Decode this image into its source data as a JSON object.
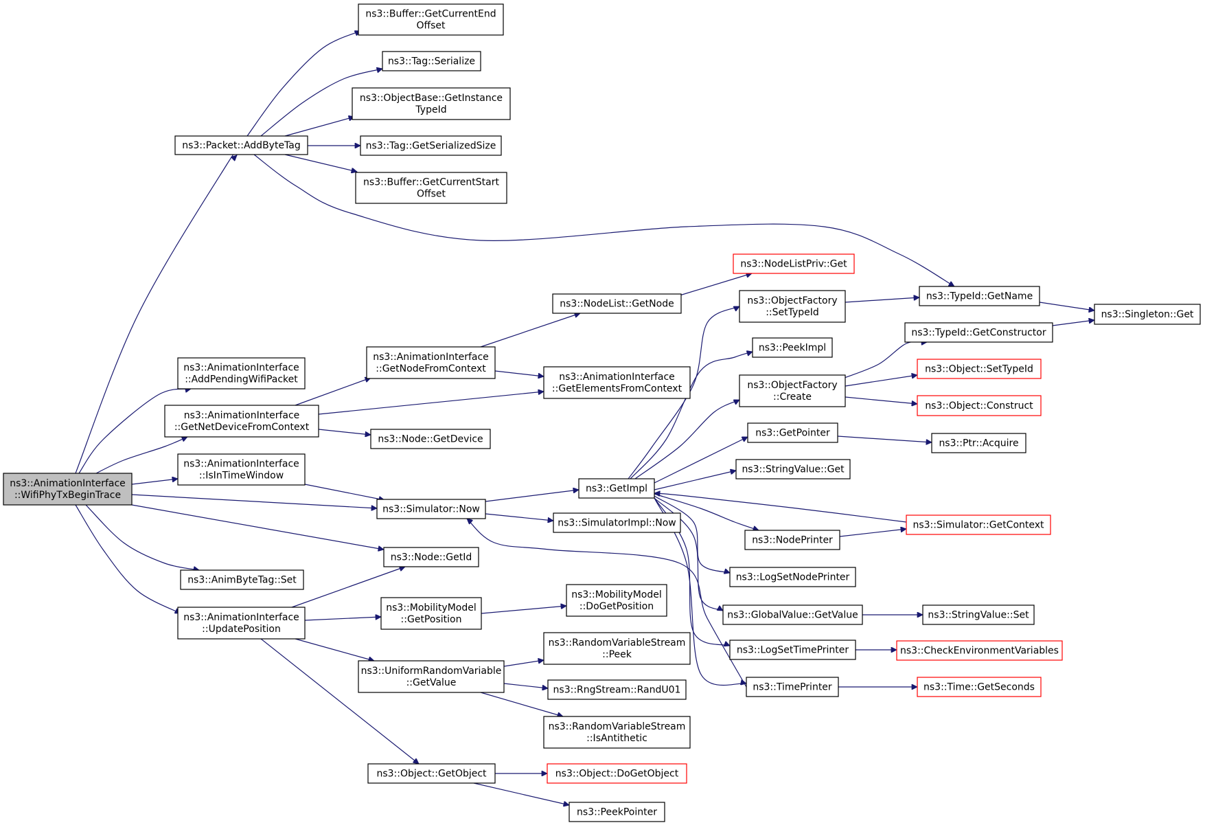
{
  "graph": {
    "colors": {
      "edge": "#191970",
      "box_border": "#000000",
      "box_border_missing": "#ff0000",
      "root_fill": "#bfbfbf",
      "background": "#ffffff"
    },
    "nodes": [
      {
        "id": "root",
        "lines": [
          "ns3::AnimationInterface",
          "::WifiPhyTxBeginTrace"
        ],
        "style": "root"
      },
      {
        "id": "addbytetag",
        "lines": [
          "ns3::Packet::AddByteTag"
        ],
        "style": "normal"
      },
      {
        "id": "buf_end",
        "lines": [
          "ns3::Buffer::GetCurrentEnd",
          "Offset"
        ],
        "style": "normal"
      },
      {
        "id": "tag_ser",
        "lines": [
          "ns3::Tag::Serialize"
        ],
        "style": "normal"
      },
      {
        "id": "objbase_tid",
        "lines": [
          "ns3::ObjectBase::GetInstance",
          "TypeId"
        ],
        "style": "normal"
      },
      {
        "id": "tag_size",
        "lines": [
          "ns3::Tag::GetSerializedSize"
        ],
        "style": "normal"
      },
      {
        "id": "buf_start",
        "lines": [
          "ns3::Buffer::GetCurrentStart",
          "Offset"
        ],
        "style": "normal"
      },
      {
        "id": "addpending",
        "lines": [
          "ns3::AnimationInterface",
          "::AddPendingWifiPacket"
        ],
        "style": "normal"
      },
      {
        "id": "getnetdev",
        "lines": [
          "ns3::AnimationInterface",
          "::GetNetDeviceFromContext"
        ],
        "style": "normal"
      },
      {
        "id": "intimewin",
        "lines": [
          "ns3::AnimationInterface",
          "::IsInTimeWindow"
        ],
        "style": "normal"
      },
      {
        "id": "animset",
        "lines": [
          "ns3::AnimByteTag::Set"
        ],
        "style": "normal"
      },
      {
        "id": "updatepos",
        "lines": [
          "ns3::AnimationInterface",
          "::UpdatePosition"
        ],
        "style": "normal"
      },
      {
        "id": "getnodefc",
        "lines": [
          "ns3::AnimationInterface",
          "::GetNodeFromContext"
        ],
        "style": "normal"
      },
      {
        "id": "getelems",
        "lines": [
          "ns3::AnimationInterface",
          "::GetElementsFromContext"
        ],
        "style": "normal"
      },
      {
        "id": "nodelist",
        "lines": [
          "ns3::NodeList::GetNode"
        ],
        "style": "normal"
      },
      {
        "id": "nodelistpriv",
        "lines": [
          "ns3::NodeListPriv::Get"
        ],
        "style": "missing"
      },
      {
        "id": "getdevice",
        "lines": [
          "ns3::Node::GetDevice"
        ],
        "style": "normal"
      },
      {
        "id": "simnow",
        "lines": [
          "ns3::Simulator::Now"
        ],
        "style": "normal"
      },
      {
        "id": "nodegetid",
        "lines": [
          "ns3::Node::GetId"
        ],
        "style": "normal"
      },
      {
        "id": "mobgetpos",
        "lines": [
          "ns3::MobilityModel",
          "::GetPosition"
        ],
        "style": "normal"
      },
      {
        "id": "mobdoget",
        "lines": [
          "ns3::MobilityModel",
          "::DoGetPosition"
        ],
        "style": "normal"
      },
      {
        "id": "urvget",
        "lines": [
          "ns3::UniformRandomVariable",
          "::GetValue"
        ],
        "style": "normal"
      },
      {
        "id": "rvspeek",
        "lines": [
          "ns3::RandomVariableStream",
          "::Peek"
        ],
        "style": "normal"
      },
      {
        "id": "randu01",
        "lines": [
          "ns3::RngStream::RandU01"
        ],
        "style": "normal"
      },
      {
        "id": "isanti",
        "lines": [
          "ns3::RandomVariableStream",
          "::IsAntithetic"
        ],
        "style": "normal"
      },
      {
        "id": "objgetobj",
        "lines": [
          "ns3::Object::GetObject"
        ],
        "style": "normal"
      },
      {
        "id": "dogetobj",
        "lines": [
          "ns3::Object::DoGetObject"
        ],
        "style": "missing"
      },
      {
        "id": "peekptr",
        "lines": [
          "ns3::PeekPointer"
        ],
        "style": "normal"
      },
      {
        "id": "getimpl",
        "lines": [
          "ns3::GetImpl"
        ],
        "style": "normal"
      },
      {
        "id": "simimplnow",
        "lines": [
          "ns3::SimulatorImpl::Now"
        ],
        "style": "normal"
      },
      {
        "id": "ofsettid",
        "lines": [
          "ns3::ObjectFactory",
          "::SetTypeId"
        ],
        "style": "normal"
      },
      {
        "id": "peekimpl",
        "lines": [
          "ns3::PeekImpl"
        ],
        "style": "normal"
      },
      {
        "id": "ofcreate",
        "lines": [
          "ns3::ObjectFactory",
          "::Create"
        ],
        "style": "normal"
      },
      {
        "id": "getpointer",
        "lines": [
          "ns3::GetPointer"
        ],
        "style": "normal"
      },
      {
        "id": "strvalget",
        "lines": [
          "ns3::StringValue::Get"
        ],
        "style": "normal"
      },
      {
        "id": "nodeprinter",
        "lines": [
          "ns3::NodePrinter"
        ],
        "style": "normal"
      },
      {
        "id": "logsetnp",
        "lines": [
          "ns3::LogSetNodePrinter"
        ],
        "style": "normal"
      },
      {
        "id": "gvgetval",
        "lines": [
          "ns3::GlobalValue::GetValue"
        ],
        "style": "normal"
      },
      {
        "id": "logsettp",
        "lines": [
          "ns3::LogSetTimePrinter"
        ],
        "style": "normal"
      },
      {
        "id": "timeprinter",
        "lines": [
          "ns3::TimePrinter"
        ],
        "style": "normal"
      },
      {
        "id": "tidgetname",
        "lines": [
          "ns3::TypeId::GetName"
        ],
        "style": "normal"
      },
      {
        "id": "singleton",
        "lines": [
          "ns3::Singleton::Get"
        ],
        "style": "normal"
      },
      {
        "id": "tidgetctor",
        "lines": [
          "ns3::TypeId::GetConstructor"
        ],
        "style": "normal"
      },
      {
        "id": "objsettid",
        "lines": [
          "ns3::Object::SetTypeId"
        ],
        "style": "missing"
      },
      {
        "id": "objconstruct",
        "lines": [
          "ns3::Object::Construct"
        ],
        "style": "missing"
      },
      {
        "id": "ptracquire",
        "lines": [
          "ns3::Ptr::Acquire"
        ],
        "style": "normal"
      },
      {
        "id": "simgetctx",
        "lines": [
          "ns3::Simulator::GetContext"
        ],
        "style": "missing"
      },
      {
        "id": "strvalset",
        "lines": [
          "ns3::StringValue::Set"
        ],
        "style": "normal"
      },
      {
        "id": "checkenv",
        "lines": [
          "ns3::CheckEnvironmentVariables"
        ],
        "style": "missing"
      },
      {
        "id": "timegetsec",
        "lines": [
          "ns3::Time::GetSeconds"
        ],
        "style": "missing"
      }
    ],
    "edges": [
      [
        "root",
        "addbytetag"
      ],
      [
        "root",
        "addpending"
      ],
      [
        "root",
        "getnetdev"
      ],
      [
        "root",
        "intimewin"
      ],
      [
        "root",
        "simnow"
      ],
      [
        "root",
        "nodegetid"
      ],
      [
        "root",
        "animset"
      ],
      [
        "root",
        "updatepos"
      ],
      [
        "addbytetag",
        "buf_end"
      ],
      [
        "addbytetag",
        "tag_ser"
      ],
      [
        "addbytetag",
        "objbase_tid"
      ],
      [
        "addbytetag",
        "tag_size"
      ],
      [
        "addbytetag",
        "buf_start"
      ],
      [
        "addbytetag",
        "tidgetname"
      ],
      [
        "getnetdev",
        "getnodefc"
      ],
      [
        "getnetdev",
        "getelems"
      ],
      [
        "getnetdev",
        "getdevice"
      ],
      [
        "getnodefc",
        "nodelist"
      ],
      [
        "getnodefc",
        "getelems"
      ],
      [
        "nodelist",
        "nodelistpriv"
      ],
      [
        "intimewin",
        "simnow"
      ],
      [
        "simnow",
        "getimpl"
      ],
      [
        "simnow",
        "simimplnow"
      ],
      [
        "updatepos",
        "nodegetid"
      ],
      [
        "updatepos",
        "mobgetpos"
      ],
      [
        "updatepos",
        "urvget"
      ],
      [
        "updatepos",
        "objgetobj"
      ],
      [
        "mobgetpos",
        "mobdoget"
      ],
      [
        "urvget",
        "rvspeek"
      ],
      [
        "urvget",
        "randu01"
      ],
      [
        "urvget",
        "isanti"
      ],
      [
        "objgetobj",
        "dogetobj"
      ],
      [
        "objgetobj",
        "peekptr"
      ],
      [
        "getimpl",
        "ofsettid"
      ],
      [
        "getimpl",
        "peekimpl"
      ],
      [
        "getimpl",
        "ofcreate"
      ],
      [
        "getimpl",
        "getpointer"
      ],
      [
        "getimpl",
        "strvalget"
      ],
      [
        "getimpl",
        "nodeprinter"
      ],
      [
        "getimpl",
        "logsetnp"
      ],
      [
        "getimpl",
        "gvgetval"
      ],
      [
        "getimpl",
        "logsettp"
      ],
      [
        "getimpl",
        "timeprinter"
      ],
      [
        "ofsettid",
        "tidgetname"
      ],
      [
        "tidgetname",
        "singleton"
      ],
      [
        "ofcreate",
        "tidgetctor"
      ],
      [
        "ofcreate",
        "objsettid"
      ],
      [
        "ofcreate",
        "objconstruct"
      ],
      [
        "tidgetctor",
        "singleton"
      ],
      [
        "getpointer",
        "ptracquire"
      ],
      [
        "nodeprinter",
        "simgetctx"
      ],
      [
        "simgetctx",
        "getimpl"
      ],
      [
        "gvgetval",
        "strvalset"
      ],
      [
        "logsettp",
        "checkenv"
      ],
      [
        "timeprinter",
        "timegetsec"
      ],
      [
        "timeprinter",
        "simnow"
      ]
    ]
  }
}
